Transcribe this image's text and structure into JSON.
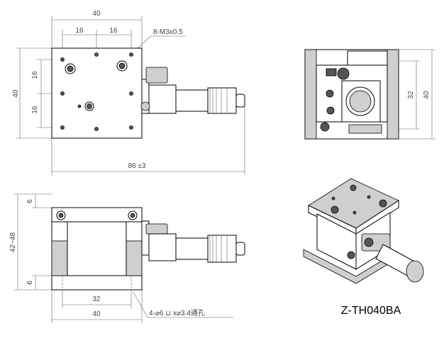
{
  "dims": {
    "top_width": "40",
    "top_spacing_left": "16",
    "top_spacing_right": "16",
    "thread_callout": "8-M3x0.5",
    "left_16_a": "16",
    "left_16_b": "16",
    "left_40": "40",
    "overall_length": "86 ±3",
    "side_32": "32",
    "side_40": "40",
    "front_6_top": "6",
    "front_height_range": "42~48",
    "front_6_bottom": "6",
    "front_32": "32",
    "front_40": "40",
    "hole_callout": "4-⌀6 ⊔ x⌀3.4通孔"
  },
  "model": "Z-TH040BA",
  "colors": {
    "line": "#000000",
    "dimension": "#444444",
    "fill_gray": "#cfcfcf"
  }
}
